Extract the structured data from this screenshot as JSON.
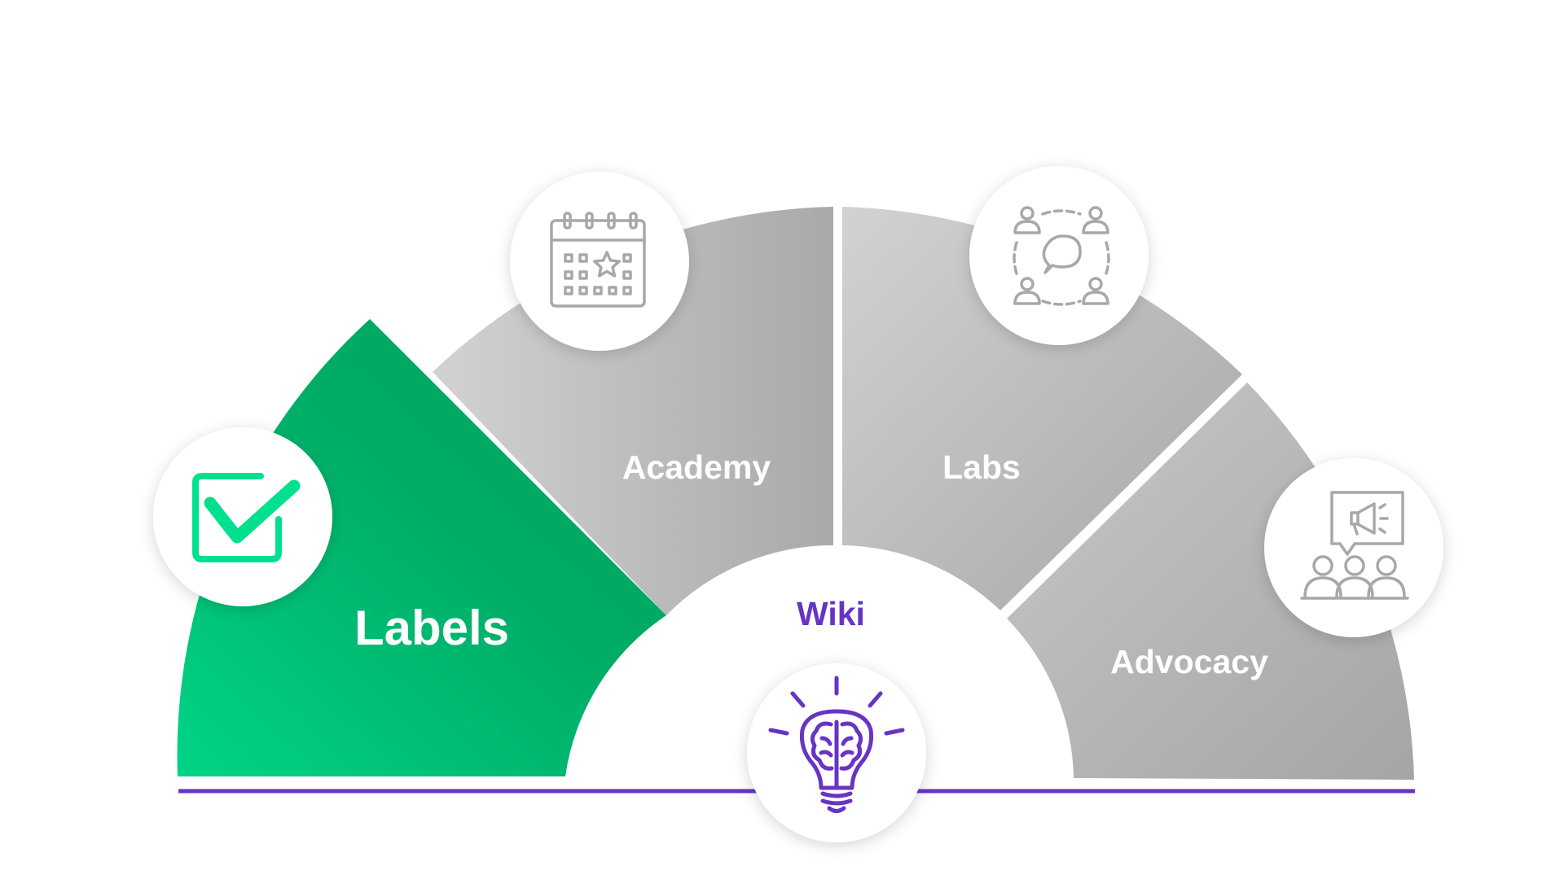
{
  "segments": [
    {
      "id": "labels",
      "label": "Labels",
      "icon": "checkbox-icon",
      "active": true
    },
    {
      "id": "academy",
      "label": "Academy",
      "icon": "calendar-star-icon",
      "active": false
    },
    {
      "id": "labs",
      "label": "Labs",
      "icon": "community-chat-icon",
      "active": false
    },
    {
      "id": "advocacy",
      "label": "Advocacy",
      "icon": "presentation-megaphone-icon",
      "active": false
    }
  ],
  "center": {
    "label": "Wiki",
    "icon": "lightbulb-brain-icon"
  },
  "colors": {
    "active_green": "#00b56c",
    "active_green_light": "#00d486",
    "checkmark_green": "#00e08e",
    "segment_gray": "#b3b3b5",
    "segment_gray_light": "#d4d4d6",
    "icon_gray": "#a8a8aa",
    "purple": "#6734c4",
    "white": "#ffffff"
  }
}
